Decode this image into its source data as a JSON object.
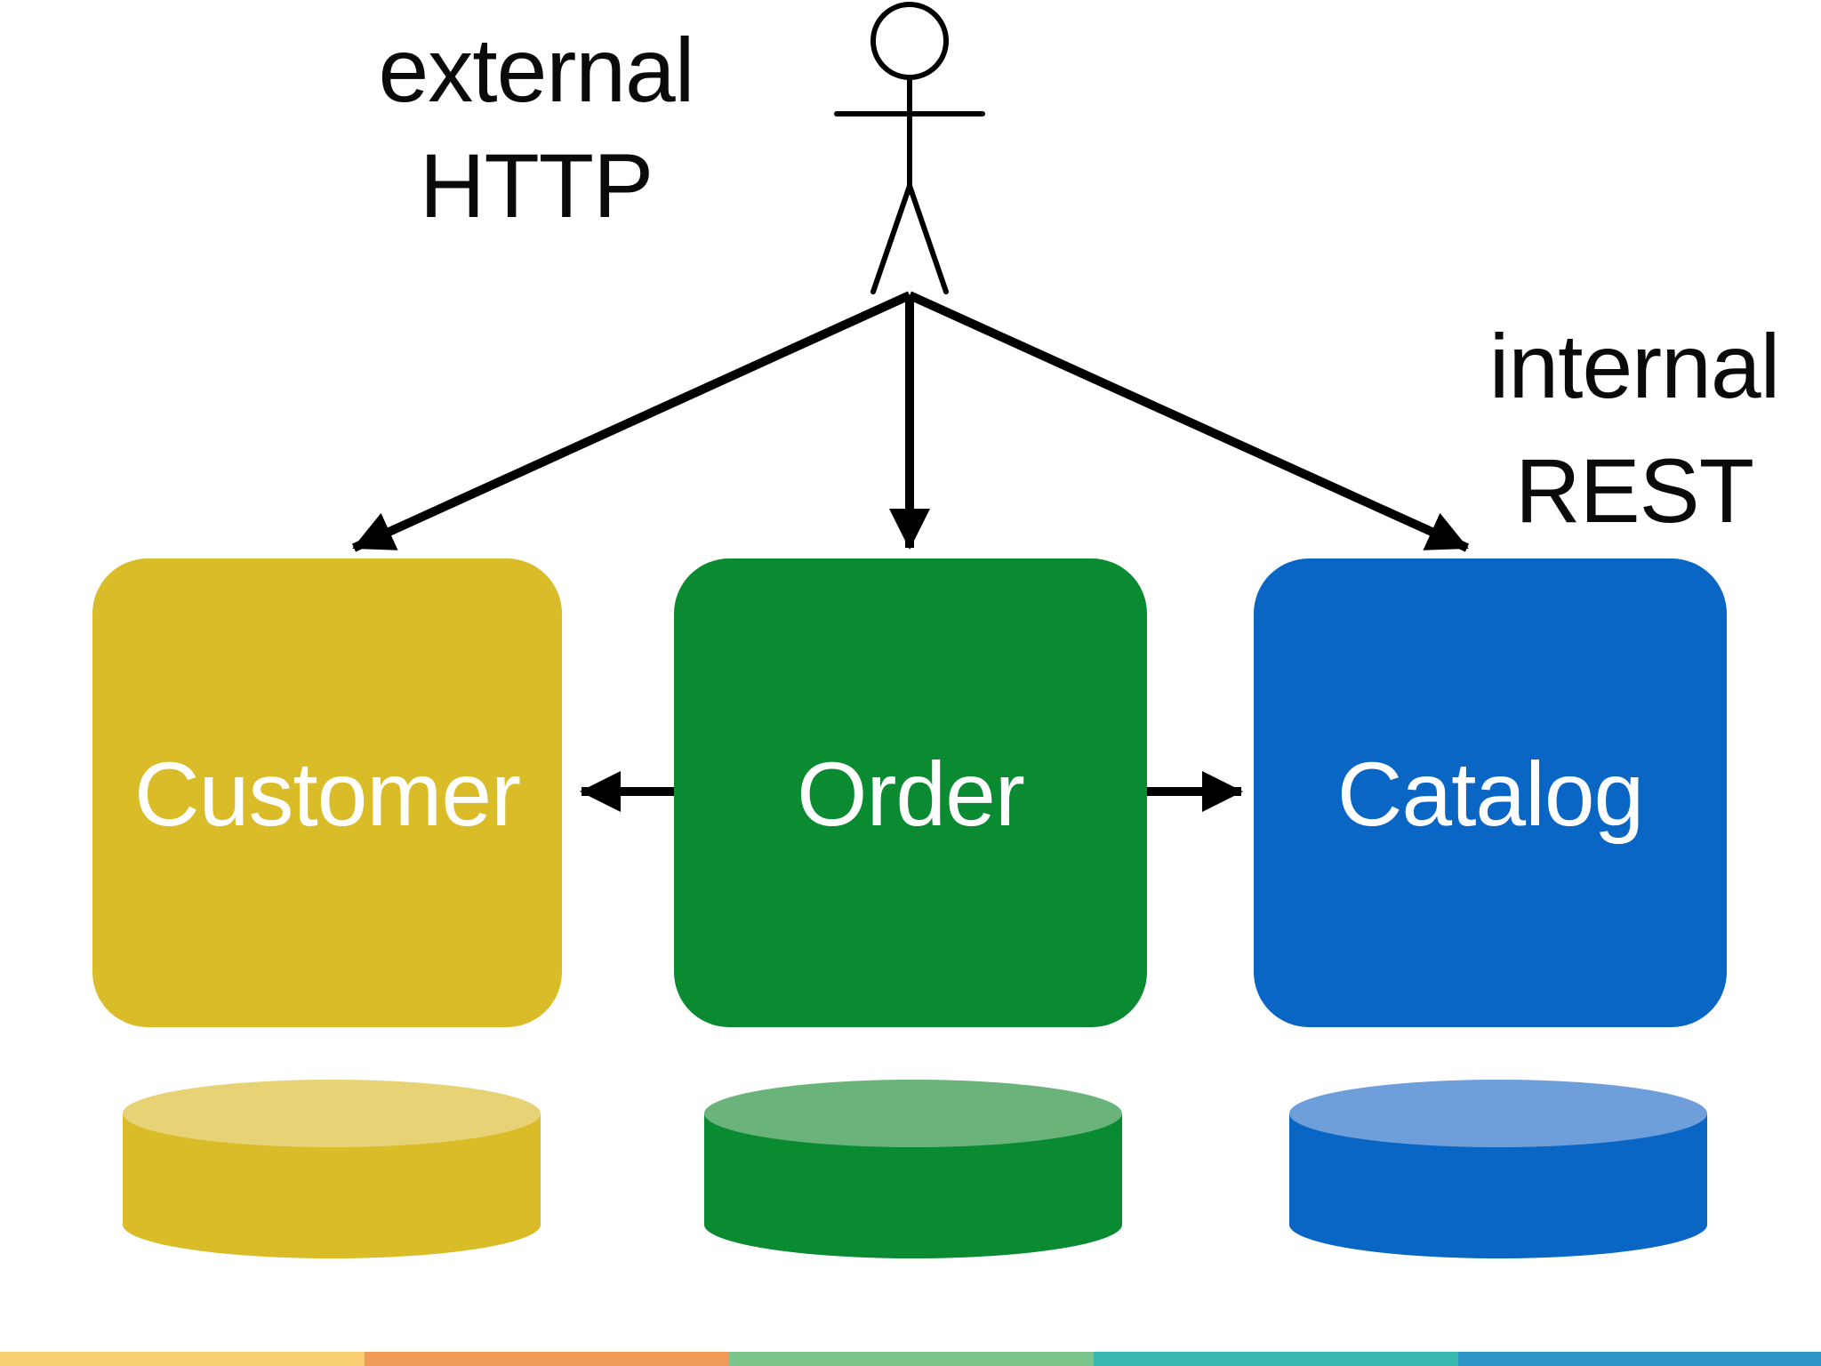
{
  "diagram": {
    "background": "#ffffff",
    "ink": "#000000",
    "actor": {
      "type": "stick-figure-person"
    },
    "annotations": {
      "external": {
        "line1": "external",
        "line2": "HTTP"
      },
      "internal": {
        "line1": "internal",
        "line2": "REST"
      }
    },
    "services": [
      {
        "label": "Customer",
        "color": "#d9bc28",
        "db_top_color": "#e7d376",
        "label_color": "#ffffff"
      },
      {
        "label": "Order",
        "color": "#0a8a31",
        "db_top_color": "#6ab47b",
        "label_color": "#ffffff"
      },
      {
        "label": "Catalog",
        "color": "#0a66c4",
        "db_top_color": "#6f9fdb",
        "label_color": "#ffffff"
      }
    ],
    "connections": [
      {
        "from": "user",
        "to": "Customer",
        "protocol": "external HTTP"
      },
      {
        "from": "user",
        "to": "Order",
        "protocol": "external HTTP"
      },
      {
        "from": "user",
        "to": "Catalog",
        "protocol": "external HTTP"
      },
      {
        "from": "Order",
        "to": "Customer",
        "protocol": "internal REST"
      },
      {
        "from": "Order",
        "to": "Catalog",
        "protocol": "internal REST"
      }
    ],
    "footer_stripe": {
      "segments": [
        {
          "color": "#f7cf72"
        },
        {
          "color": "#f09a58"
        },
        {
          "color": "#7cc68c"
        },
        {
          "color": "#39b8b1"
        },
        {
          "color": "#2e96c6"
        }
      ]
    }
  }
}
